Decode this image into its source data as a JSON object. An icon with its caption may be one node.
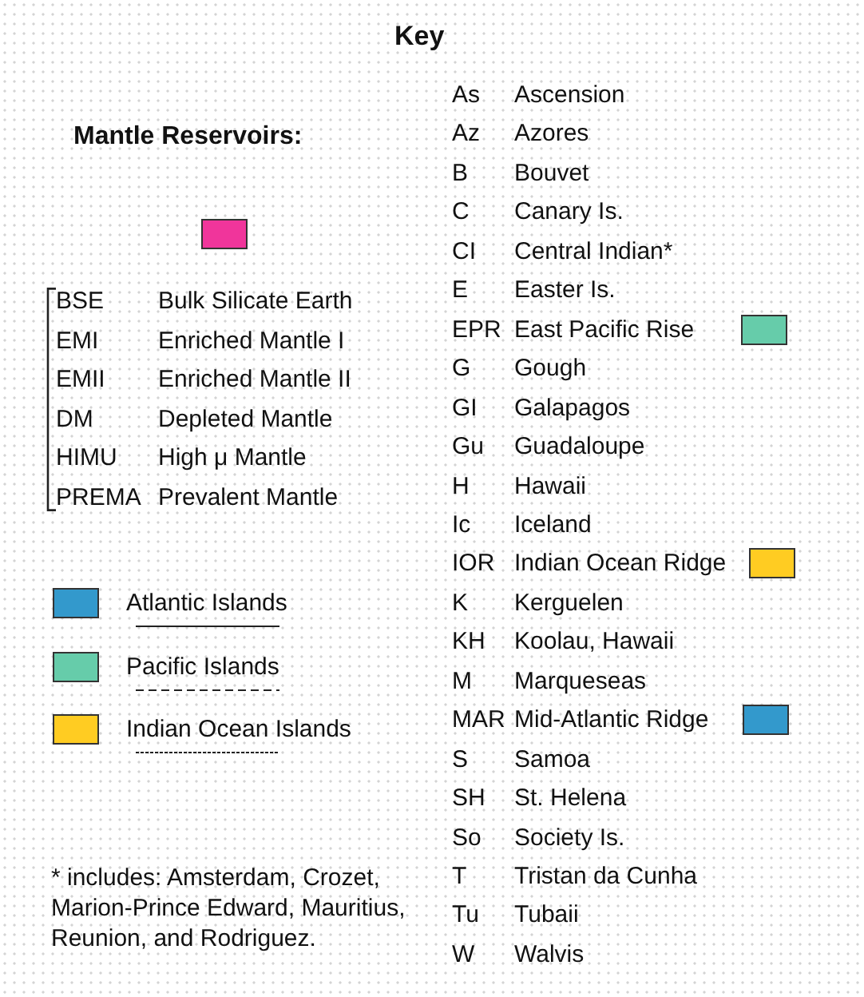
{
  "diagram": {
    "title": "Key",
    "labels": [
      "BSE",
      "Bulk Silicate Earth",
      "EMI",
      "Enriched Mantle I",
      "EMII",
      "Enriched Mantle II",
      "DM",
      "Depleted Mantle",
      "HIMU",
      "High μ Mantle",
      "PREMA",
      "Prevalent Mantle",
      "* includes: Amsterdam, Crozet, Marion-Prince Edward, Mauritius, Reunion, and Rodriguez.",
      "As",
      "Ascension",
      "Az",
      "Azores",
      "B",
      "Bouvet",
      "C",
      "Canary Is.",
      "CI",
      "Central Indian*",
      "E",
      "Easter Is.",
      "EPR",
      "G",
      "Gough",
      "GI",
      "Galapagos",
      "Gu",
      "Guadaloupe",
      "H",
      "Hawaii",
      "Ic",
      "Iceland",
      "IOR",
      "K",
      "Kerguelen",
      "KH",
      "Koolau, Hawaii",
      "M",
      "Marqueseas",
      "MAR",
      "S",
      "Samoa",
      "SH",
      "St. Helena",
      "So",
      "Society Is.",
      "T",
      "Tristan da Cunha",
      "Tu",
      "Tubaii",
      "W",
      "Walvis"
    ],
    "legend": [
      {
        "text": "Mantle Reservoirs:",
        "color": "#f0359b"
      },
      {
        "text": "Atlantic Islands",
        "color": "#3399cc"
      },
      {
        "text": "Pacific Islands",
        "color": "#66ccaa"
      },
      {
        "text": "Indian Ocean Islands",
        "color": "#ffcc22"
      },
      {
        "text": "East Pacific Rise",
        "color": "#66ccaa"
      },
      {
        "text": "Indian Ocean Ridge",
        "color": "#ffcc22"
      },
      {
        "text": "Mid-Atlantic Ridge",
        "color": "#3399cc"
      }
    ]
  }
}
